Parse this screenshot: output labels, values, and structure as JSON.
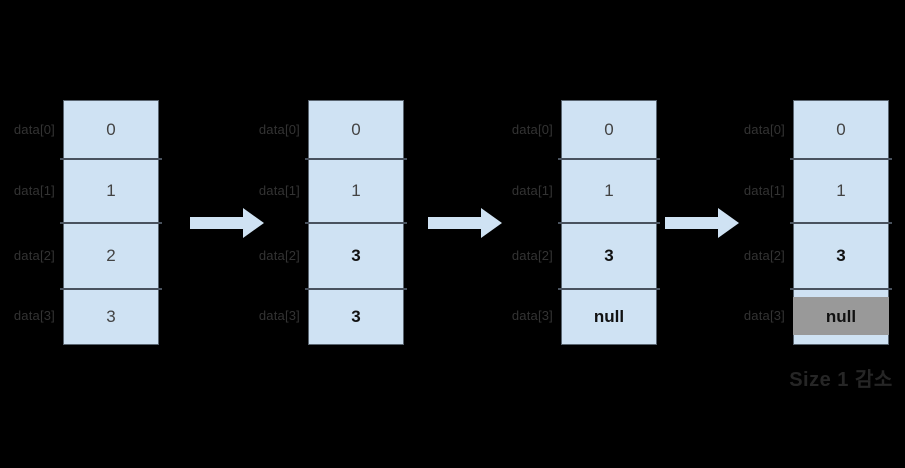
{
  "caption": "Size 1 감소",
  "palette": {
    "background": "#000000",
    "cell_fill": "#cfe2f3",
    "arrow_fill": "#cfe2f3",
    "null_highlight": "#999999",
    "box_border": "#5a6570",
    "divider": "#49525e",
    "label_color": "#333333",
    "value_color": "#434343",
    "bold_value_color": "#111111",
    "caption_color": "#262626"
  },
  "arrows": [
    "right-arrow",
    "right-arrow",
    "right-arrow"
  ],
  "steps": [
    {
      "labels": [
        "data[0]",
        "data[1]",
        "data[2]",
        "data[3]"
      ],
      "values": [
        "0",
        "1",
        "2",
        "3"
      ],
      "bold": [
        false,
        false,
        false,
        false
      ],
      "highlighted": [
        false,
        false,
        false,
        false
      ]
    },
    {
      "labels": [
        "data[0]",
        "data[1]",
        "data[2]",
        "data[3]"
      ],
      "values": [
        "0",
        "1",
        "3",
        "3"
      ],
      "bold": [
        false,
        false,
        true,
        true
      ],
      "highlighted": [
        false,
        false,
        false,
        false
      ]
    },
    {
      "labels": [
        "data[0]",
        "data[1]",
        "data[2]",
        "data[3]"
      ],
      "values": [
        "0",
        "1",
        "3",
        "null"
      ],
      "bold": [
        false,
        false,
        true,
        true
      ],
      "highlighted": [
        false,
        false,
        false,
        false
      ]
    },
    {
      "labels": [
        "data[0]",
        "data[1]",
        "data[2]",
        "data[3]"
      ],
      "values": [
        "0",
        "1",
        "3",
        "null"
      ],
      "bold": [
        false,
        false,
        true,
        true
      ],
      "highlighted": [
        false,
        false,
        false,
        true
      ]
    }
  ]
}
